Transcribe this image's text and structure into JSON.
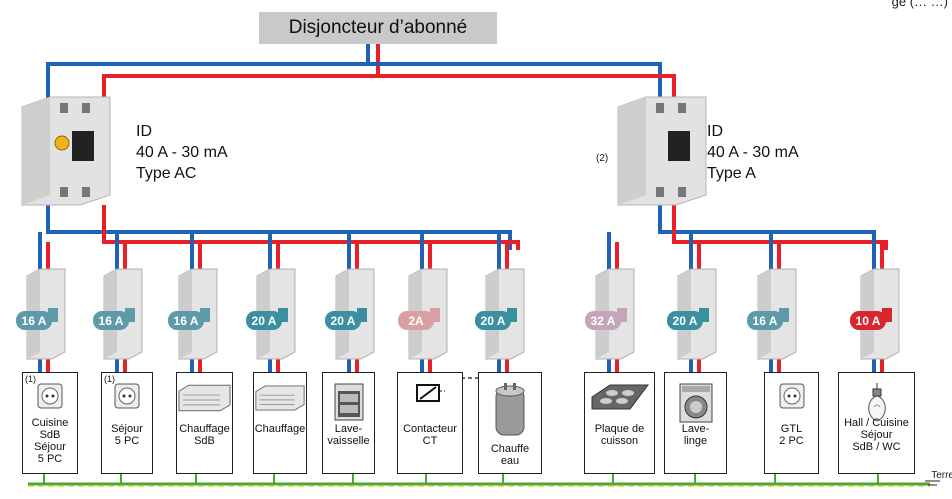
{
  "header": {
    "title": "Disjoncteur d’abonné",
    "top_right_fragment": "ge (… …)"
  },
  "colors": {
    "phase": "#e8202a",
    "neutral": "#1f62b8",
    "earth_green": "#4aa83a",
    "earth_yellow": "#e3d12a",
    "title_bg": "#c9c9c9"
  },
  "devices": {
    "left_id": {
      "label": "ID",
      "rating": "40 A - 30 mA",
      "type": "Type AC"
    },
    "right_id": {
      "label": "ID",
      "rating": "40 A - 30 mA",
      "type": "Type A",
      "note": "(2)"
    }
  },
  "circuits": [
    {
      "badge": "16 A",
      "badge_color": "#5e9aa9",
      "note": "(1)",
      "label": [
        "Cuisine",
        "SdB",
        "Séjour",
        "5 PC"
      ],
      "icon": "socket-icon"
    },
    {
      "badge": "16 A",
      "badge_color": "#5e9aa9",
      "note": "(1)",
      "label": [
        "Séjour",
        "5 PC"
      ],
      "icon": "socket-icon"
    },
    {
      "badge": "16 A",
      "badge_color": "#5e9aa9",
      "label": [
        "Chauffage",
        "SdB"
      ],
      "icon": "heater-icon"
    },
    {
      "badge": "20 A",
      "badge_color": "#3c8fa1",
      "label": [
        "Chauffage"
      ],
      "icon": "heater-icon"
    },
    {
      "badge": "20 A",
      "badge_color": "#3c8fa1",
      "label": [
        "Lave-",
        "vaisselle"
      ],
      "icon": "dishwasher-icon"
    },
    {
      "badge": "2A",
      "badge_color": "#d9a0a4",
      "label": [
        "Contacteur",
        "CT"
      ],
      "icon": "contactor-icon"
    },
    {
      "badge": "20 A",
      "badge_color": "#3c8fa1",
      "label": [
        "Chauffe",
        "eau"
      ],
      "icon": "water-heater-icon"
    },
    {
      "badge": "32 A",
      "badge_color": "#c3a6b8",
      "label": [
        "Plaque de",
        "cuisson"
      ],
      "icon": "cooktop-icon"
    },
    {
      "badge": "20 A",
      "badge_color": "#3c8fa1",
      "label": [
        "Lave-",
        "linge"
      ],
      "icon": "washing-machine-icon"
    },
    {
      "badge": "16 A",
      "badge_color": "#5e9aa9",
      "label": [
        "GTL",
        "2 PC"
      ],
      "icon": "socket-icon"
    },
    {
      "badge": "10 A",
      "badge_color": "#d8262e",
      "label": [
        "Hall / Cuisine",
        "Séjour",
        "SdB / WC"
      ],
      "icon": "lightbulb-icon"
    }
  ],
  "earth_label": "Terre"
}
